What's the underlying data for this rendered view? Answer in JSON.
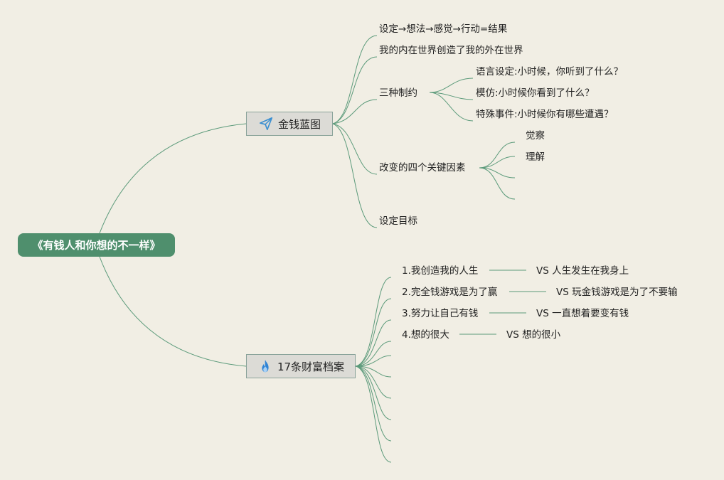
{
  "root": {
    "label": "《有钱人和你想的不一样》"
  },
  "branch1": {
    "label": "金钱蓝图",
    "icon": "paper-plane-icon",
    "children": [
      "设定→想法→感觉→行动=结果",
      "我的内在世界创造了我的外在世界",
      "三种制约",
      "改变的四个关键因素",
      "设定目标"
    ],
    "constraints": [
      "语言设定:小时候，你听到了什么？",
      "模仿:小时候你看到了什么？",
      "特殊事件:小时候你有哪些遭遇？"
    ],
    "factors": [
      "觉察",
      "理解",
      "",
      ""
    ]
  },
  "branch2": {
    "label": "17条财富档案",
    "icon": "flame-icon",
    "items": [
      "1.我创造我的人生",
      "2.完全钱游戏是为了赢",
      "3.努力让自己有钱",
      "4.想的很大"
    ],
    "contrasts": [
      "VS 人生发生在我身上",
      "VS 玩金钱游戏是为了不要输",
      "VS 一直想着要变有钱",
      "VS 想的很小"
    ],
    "empty_count": 6
  },
  "colors": {
    "background": "#f1eee4",
    "root_fill": "#4f8f6d",
    "branch_fill": "#dcdbd6",
    "edge": "#5b9a7a"
  }
}
